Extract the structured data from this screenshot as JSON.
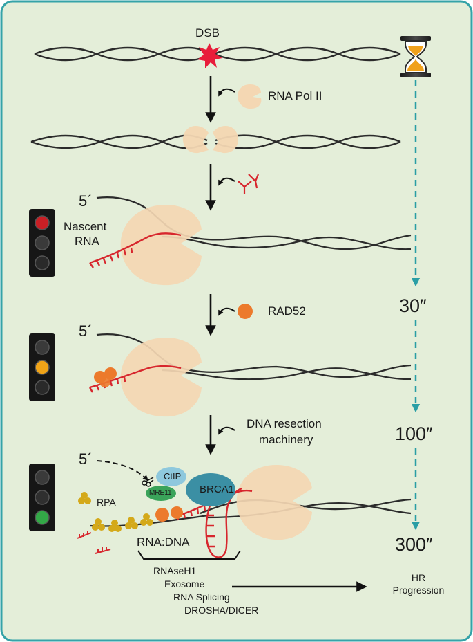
{
  "labels": {
    "dsb": "DSB",
    "rna_pol": "RNA Pol II",
    "five_prime": "5´",
    "nascent_rna_line1": "Nascent",
    "nascent_rna_line2": "RNA",
    "rad52": "RAD52",
    "resection_line1": "DNA resection",
    "resection_line2": "machinery",
    "ctip": "CtIP",
    "mre11": "MRE11",
    "brca1": "BRCA1",
    "rpa": "RPA",
    "rna_dna": "RNA:DNA",
    "factors": [
      "RNAseH1",
      "Exosome",
      "RNA Splicing",
      "DROSHA/DICER"
    ],
    "hr_line1": "HR",
    "hr_line2": "Progression"
  },
  "timepoints": [
    "30″",
    "100″",
    "300″"
  ],
  "traffic_lights": [
    {
      "step": "Nascent RNA",
      "lit": "red"
    },
    {
      "step": "RAD52",
      "lit": "amber"
    },
    {
      "step": "DNA resection",
      "lit": "green"
    }
  ],
  "colors": {
    "panel_bg": "#e4eed9",
    "panel_border": "#35a3a8",
    "dna": "#2b2b2b",
    "rna": "#d7262d",
    "polymerase": "#f4d7b3",
    "rad52": "#ec7a2c",
    "rpa": "#d4a91a",
    "ctip": "#8ec8dd",
    "mre11": "#3aa35a",
    "brca1": "#3b8fa4",
    "timeline": "#2a9ea5",
    "hourglass_sand": "#f0a11b"
  }
}
